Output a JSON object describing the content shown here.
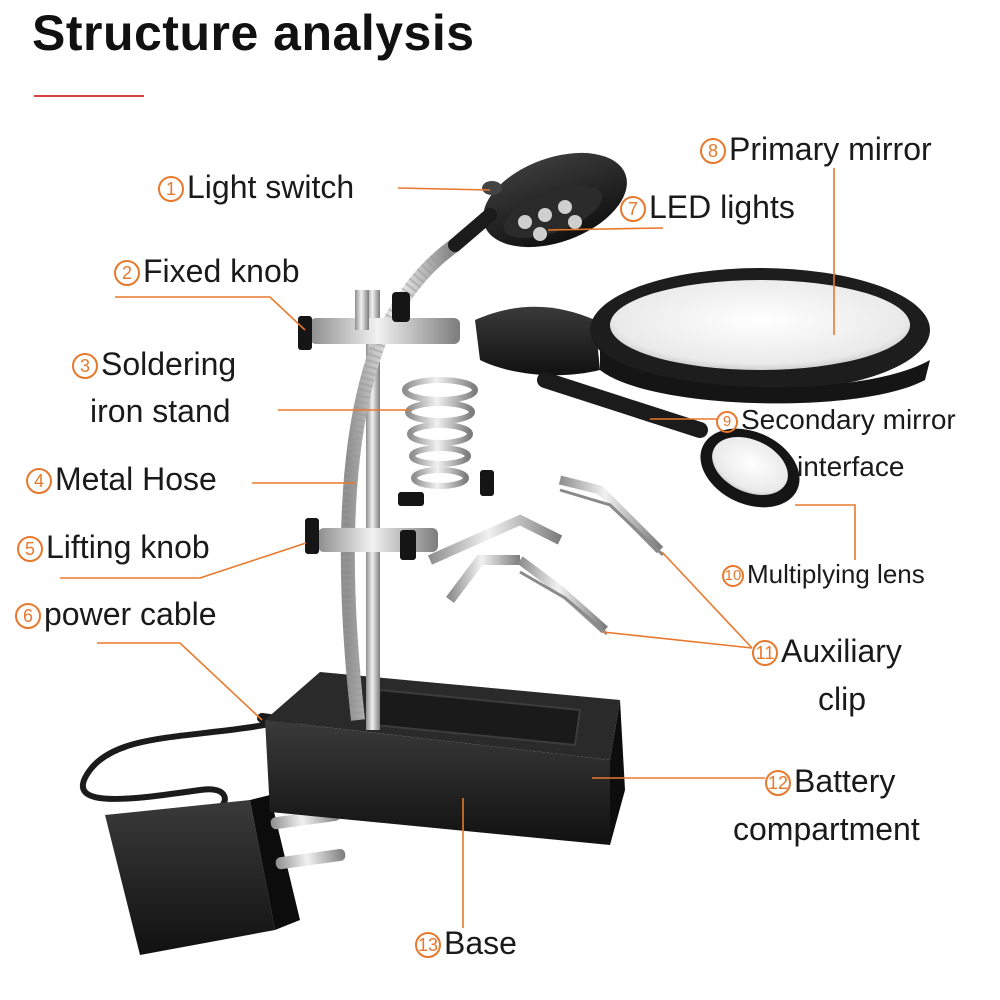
{
  "title": "Structure analysis",
  "colors": {
    "accent": "#e8782c",
    "title_rule": "#d64545",
    "product": "#1b1b1b",
    "metal": "#c8c8c8"
  },
  "labels": [
    {
      "num": "1",
      "text": "Light switch"
    },
    {
      "num": "2",
      "text": "Fixed knob"
    },
    {
      "num": "3",
      "lines": [
        "Soldering",
        "iron stand"
      ]
    },
    {
      "num": "4",
      "text": "Metal Hose"
    },
    {
      "num": "5",
      "text": "Lifting knob"
    },
    {
      "num": "6",
      "text": "power cable"
    },
    {
      "num": "7",
      "text": "LED lights"
    },
    {
      "num": "8",
      "text": "Primary mirror"
    },
    {
      "num": "9",
      "lines": [
        "Secondary mirror",
        "interface"
      ]
    },
    {
      "num": "10",
      "text": "Multiplying lens"
    },
    {
      "num": "11",
      "lines": [
        "Auxiliary",
        "clip"
      ]
    },
    {
      "num": "12",
      "lines": [
        "Battery",
        "compartment"
      ]
    },
    {
      "num": "13",
      "text": "Base"
    }
  ]
}
